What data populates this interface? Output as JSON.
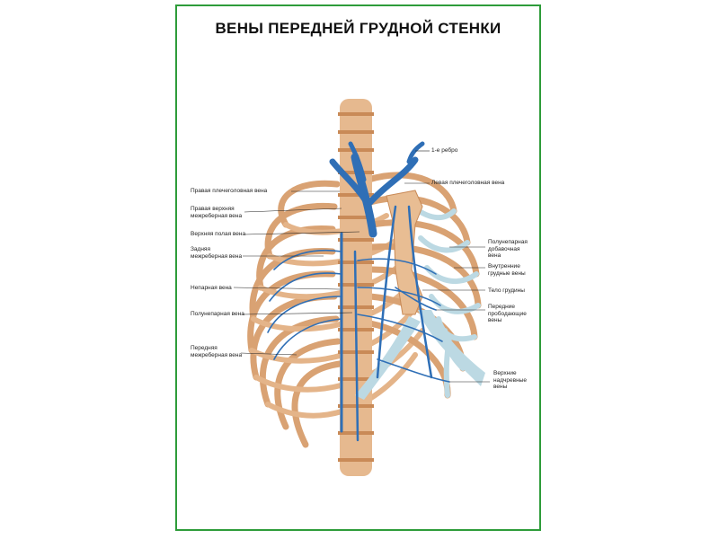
{
  "title": "ВЕНЫ ПЕРЕДНЕЙ ГРУДНОЙ СТЕНКИ",
  "colors": {
    "frame": "#2e9c3a",
    "bone": "#e2b084",
    "bone_shadow": "#c98a57",
    "cartilage": "#bcd9e3",
    "vein": "#2f6fb6",
    "label_line": "#222222"
  },
  "labels_left": [
    "Правая плечеголовная вена",
    "Правая верхняя\nмежреберная  вена",
    "Верхняя полая вена",
    "Задняя\nмежреберная вена",
    "Непарная вена",
    "Полунепарная вена",
    "Передняя\nмежреберная вена"
  ],
  "labels_right": [
    "1-е ребро",
    "Левая плечеголовная вена",
    "Полунепарная\nдобавочная\nвена",
    "Внутренние\nгрудные вены",
    "Тело грудины",
    "Передние\nпрободающие\nвены",
    "Верхние\nнадчревные\nвены"
  ]
}
